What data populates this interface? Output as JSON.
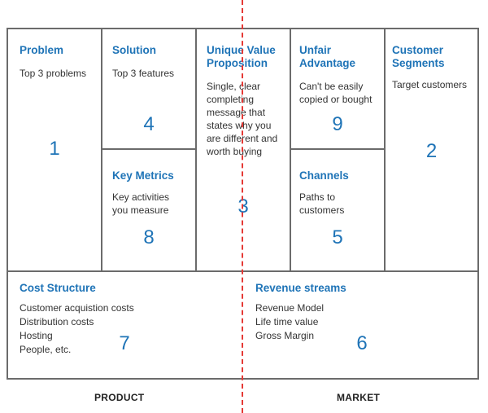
{
  "canvas": {
    "problem": {
      "title": "Problem",
      "desc": [
        "Top 3 problems"
      ],
      "number": "1"
    },
    "solution": {
      "title": "Solution",
      "desc": [
        "Top 3 features"
      ],
      "number": "4"
    },
    "uvp": {
      "title": [
        "Unique Value",
        "Proposition"
      ],
      "desc": [
        "Single, clear",
        "completing",
        "message that",
        "states why you",
        "are different and",
        "worth buying"
      ],
      "number": "3"
    },
    "unfair_advantage": {
      "title": [
        "Unfair",
        "Advantage"
      ],
      "desc": [
        "Can't be easily",
        "copied or bought"
      ],
      "number": "9"
    },
    "customer_segments": {
      "title": [
        "Customer",
        "Segments"
      ],
      "desc": [
        "Target customers"
      ],
      "number": "2"
    },
    "key_metrics": {
      "title": "Key Metrics",
      "desc": [
        "Key activities",
        "you measure"
      ],
      "number": "8"
    },
    "channels": {
      "title": "Channels",
      "desc": [
        "Paths to",
        "customers"
      ],
      "number": "5"
    },
    "cost_structure": {
      "title": "Cost Structure",
      "desc": [
        "Customer acquistion costs",
        "Distribution costs",
        "Hosting",
        "People, etc."
      ],
      "number": "7"
    },
    "revenue_streams": {
      "title": "Revenue streams",
      "desc": [
        "Revenue Model",
        "Life time value",
        "Gross Margin"
      ],
      "number": "6"
    }
  },
  "footer": {
    "left": "PRODUCT",
    "right": "MARKET"
  },
  "colors": {
    "accent": "#1f74b7",
    "border": "#6b6b6b",
    "divider": "#e53935"
  }
}
